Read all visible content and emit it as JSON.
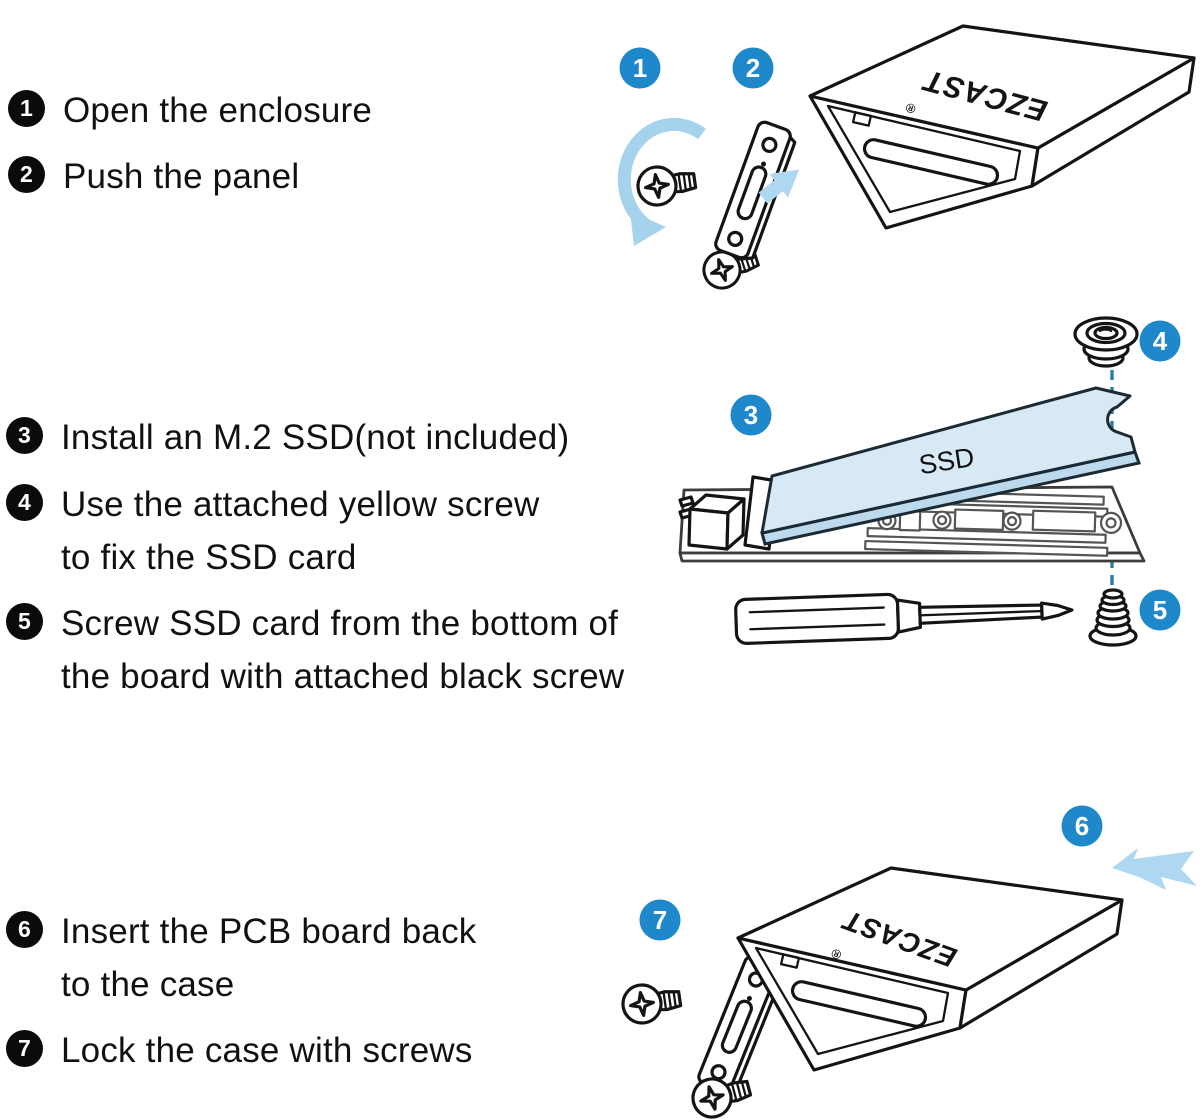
{
  "colors": {
    "badge_black": "#0b0b0b",
    "accent_blue": "#1e88cb",
    "light_blue": "#aed8f1",
    "ssd_fill": "#d8e9f6",
    "dash_blue": "#2b7cab"
  },
  "steps": [
    {
      "num": "1",
      "lines": [
        "Open the enclosure"
      ]
    },
    {
      "num": "2",
      "lines": [
        "Push the panel"
      ]
    },
    {
      "num": "3",
      "lines": [
        "Install an M.2 SSD(not included)"
      ]
    },
    {
      "num": "4",
      "lines": [
        "Use the attached yellow screw",
        "to fix the SSD card"
      ]
    },
    {
      "num": "5",
      "lines": [
        "Screw SSD card from the bottom of",
        "the board with attached black screw"
      ]
    },
    {
      "num": "6",
      "lines": [
        "Insert the PCB board back",
        "to the case"
      ]
    },
    {
      "num": "7",
      "lines": [
        "Lock the case with screws"
      ]
    }
  ],
  "illustrations": {
    "top": {
      "badges": [
        "1",
        "2"
      ],
      "brand": "EZCAST",
      "reg": "®"
    },
    "middle": {
      "badges": [
        "3",
        "4",
        "5"
      ],
      "ssd_label": "SSD"
    },
    "bottom": {
      "badges": [
        "6",
        "7"
      ],
      "brand": "EZCAST",
      "reg": "®"
    }
  }
}
